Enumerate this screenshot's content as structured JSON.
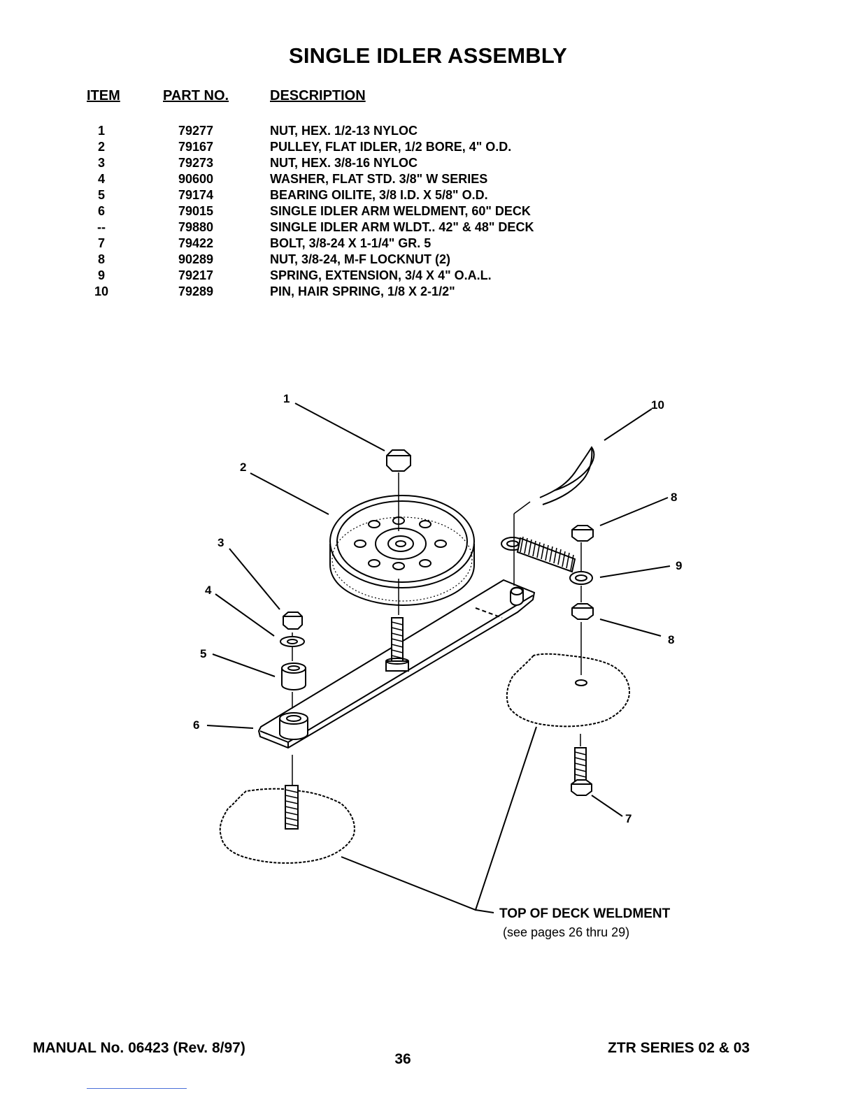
{
  "title": "SINGLE IDLER ASSEMBLY",
  "columns": {
    "item": "ITEM",
    "part": "PART NO.",
    "description": "DESCRIPTION"
  },
  "parts": [
    {
      "item": "1",
      "part": "79277",
      "description": "NUT, HEX. 1/2-13 NYLOC"
    },
    {
      "item": "2",
      "part": "79167",
      "description": "PULLEY, FLAT IDLER, 1/2 BORE, 4\" O.D."
    },
    {
      "item": "3",
      "part": "79273",
      "description": "NUT, HEX. 3/8-16 NYLOC"
    },
    {
      "item": "4",
      "part": "90600",
      "description": "WASHER, FLAT STD. 3/8\" W SERIES"
    },
    {
      "item": "5",
      "part": "79174",
      "description": "BEARING OILITE, 3/8 I.D. X 5/8\" O.D."
    },
    {
      "item": "6",
      "part": "79015",
      "description": "SINGLE IDLER ARM WELDMENT, 60\" DECK"
    },
    {
      "item": "--",
      "part": "79880",
      "description": "SINGLE IDLER ARM WLDT.. 42\" & 48\" DECK"
    },
    {
      "item": "7",
      "part": "79422",
      "description": "BOLT, 3/8-24 X 1-1/4\" GR. 5"
    },
    {
      "item": "8",
      "part": "90289",
      "description": "NUT, 3/8-24, M-F LOCKNUT  (2)"
    },
    {
      "item": "9",
      "part": "79217",
      "description": "SPRING, EXTENSION, 3/4 X 4\" O.A.L."
    },
    {
      "item": "10",
      "part": "79289",
      "description": "PIN, HAIR SPRING, 1/8 X 2-1/2\""
    }
  ],
  "diagram": {
    "callouts": [
      "1",
      "2",
      "3",
      "4",
      "5",
      "6",
      "7",
      "8",
      "8",
      "9",
      "10"
    ],
    "deck_label": "TOP OF DECK WELDMENT",
    "deck_note": "(see pages 26 thru 29)"
  },
  "footer": {
    "manual": "MANUAL No. 06423 (Rev. 8/97)",
    "page": "36",
    "series": "ZTR SERIES 02 & 03"
  }
}
